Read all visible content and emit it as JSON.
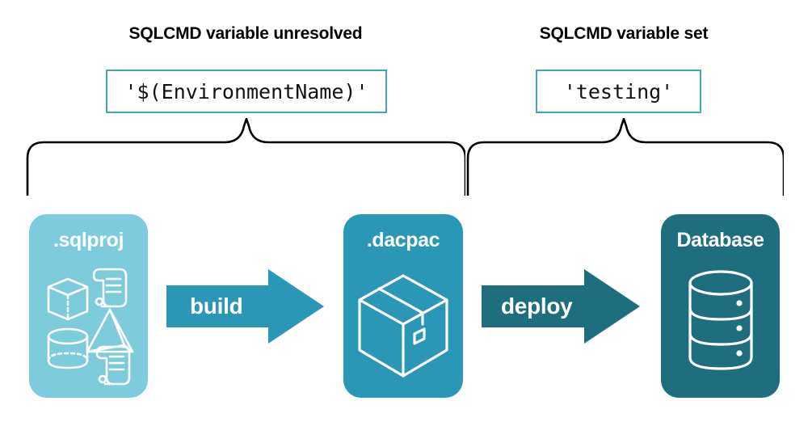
{
  "diagram": {
    "title_implied": "SQLCMD variable resolution during build and deploy",
    "columns": [
      {
        "key": "unresolved",
        "heading": "SQLCMD variable unresolved",
        "value": "'$(EnvironmentName)'"
      },
      {
        "key": "set",
        "heading": "SQLCMD variable set",
        "value": "'testing'"
      }
    ],
    "artifacts": [
      {
        "key": "sqlproj",
        "label": ".sqlproj",
        "color": "#7FCBDE",
        "icons": [
          "cube-icon",
          "scroll-icon",
          "pyramid-icon",
          "cylinder-icon",
          "scroll-icon"
        ]
      },
      {
        "key": "dacpac",
        "label": ".dacpac",
        "color": "#2B97B7",
        "icons": [
          "package-box-icon"
        ]
      },
      {
        "key": "database",
        "label": "Database",
        "color": "#1F6E80",
        "icons": [
          "database-cylinder-icon"
        ]
      }
    ],
    "arrows": [
      {
        "key": "build",
        "label": "build",
        "color": "#2B97B7",
        "from": "sqlproj",
        "to": "dacpac"
      },
      {
        "key": "deploy",
        "label": "deploy",
        "color": "#1F6E80",
        "from": "dacpac",
        "to": "database"
      }
    ],
    "colors": {
      "box_border": "#3EA7BF",
      "brace_stroke": "#000000",
      "text": "#000000",
      "background": "#ffffff",
      "icon_stroke": "#ffffff"
    }
  }
}
